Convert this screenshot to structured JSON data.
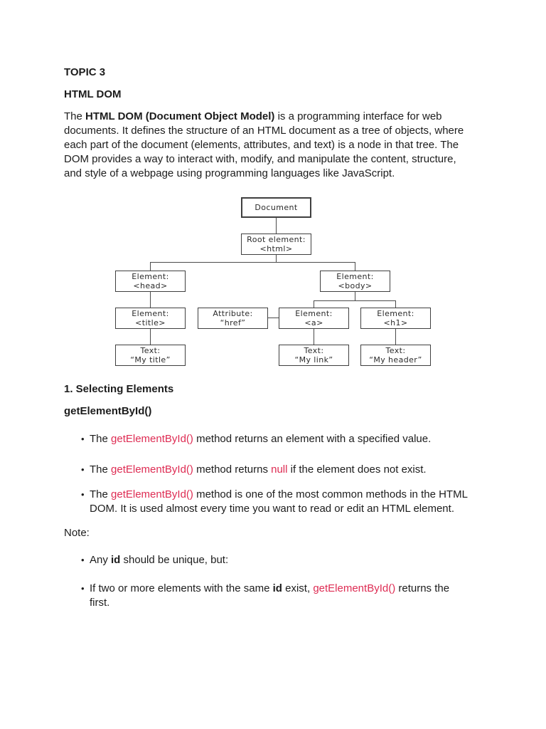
{
  "colors": {
    "code_red": "#de2c53",
    "text": "#1c1c1c",
    "connector": "#4a4a4a"
  },
  "headings": {
    "topic": "TOPIC 3",
    "subtitle": "HTML DOM",
    "section": "1. Selecting Elements",
    "method": "getElementById()",
    "note": "Note:"
  },
  "bullet_glyph": "•",
  "intro": {
    "line1": {
      "pre": "The ",
      "bold": "HTML DOM (Document Object Model)",
      "post": " is a programming interface for web"
    },
    "line2": "documents. It defines the structure of an HTML document as a tree of objects, where",
    "line3": "each part of the document (elements, attributes, and text) is a node in that tree. The",
    "line4": "DOM provides a way to interact with, modify, and manipulate the content, structure,",
    "line5": "and style of a webpage using programming languages like JavaScript."
  },
  "diagram": {
    "nodes": {
      "document": {
        "line1": "Document"
      },
      "root": {
        "line1": "Root element:",
        "line2": "<html>"
      },
      "head": {
        "line1": "Element:",
        "line2": "<head>"
      },
      "body": {
        "line1": "Element:",
        "line2": "<body>"
      },
      "title": {
        "line1": "Element:",
        "line2": "<title>"
      },
      "href": {
        "line1": "Attribute:",
        "line2": "“href”"
      },
      "a": {
        "line1": "Element:",
        "line2": "<a>"
      },
      "h1": {
        "line1": "Element:",
        "line2": "<h1>"
      },
      "text_title": {
        "line1": "Text:",
        "line2": "“My title”"
      },
      "text_link": {
        "line1": "Text:",
        "line2": "“My link”"
      },
      "text_header": {
        "line1": "Text:",
        "line2": "“My header”"
      }
    }
  },
  "selecting_list": {
    "b1": {
      "pre": "The ",
      "code": "getElementById()",
      "post": " method returns an element with a specified value."
    },
    "b2": {
      "pre": "The ",
      "code1": "getElementById()",
      "mid": " method returns ",
      "code2": "null",
      "post": " if the element does not exist."
    },
    "b3": {
      "line1": {
        "pre": "The ",
        "code": "getElementById()",
        "post": " method is one of the most common methods in the HTML"
      },
      "line2": "DOM. It is used almost every time you want to read or edit an HTML element."
    }
  },
  "note_list": {
    "n1": {
      "pre": "Any ",
      "bold": "id",
      "post": " should be unique, but:"
    },
    "n2": {
      "line1": {
        "pre": "If two or more elements with the same ",
        "bold": "id",
        "mid": " exist, ",
        "code": "getElementById()",
        "post": " returns the"
      },
      "line2": "first."
    }
  }
}
